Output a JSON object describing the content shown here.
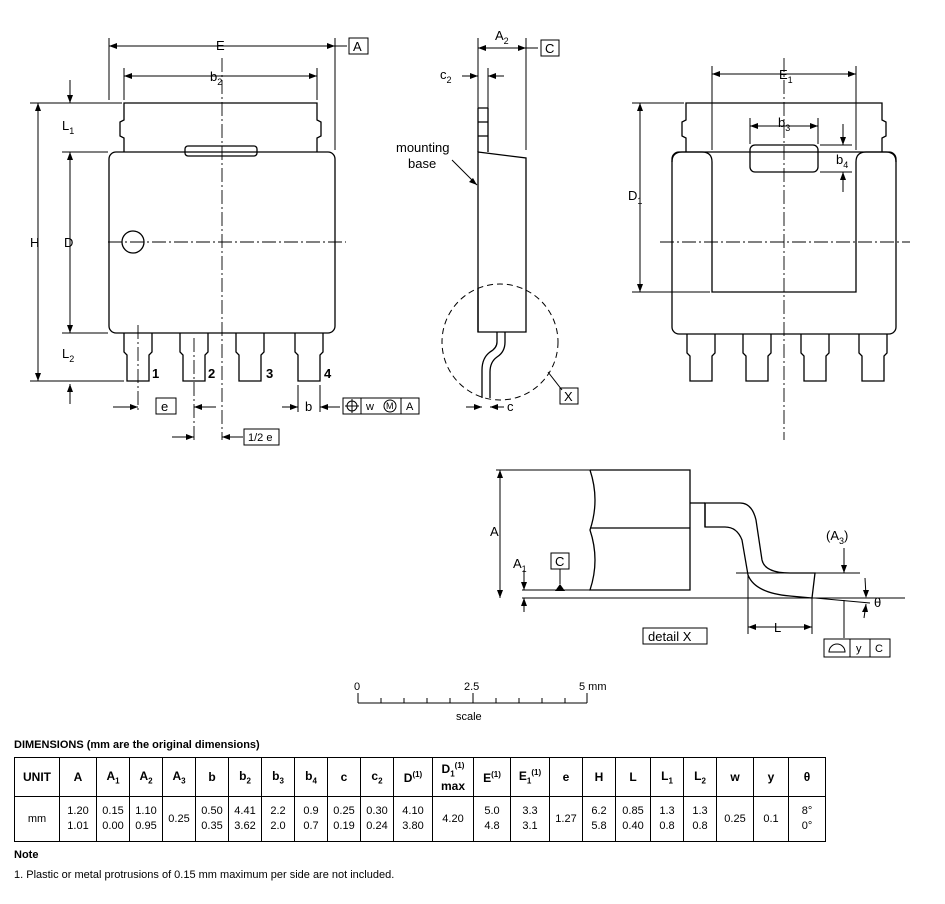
{
  "labels": {
    "E": "E",
    "b2": "b",
    "b2_sub": "2",
    "A_ref": "A",
    "L1": "L",
    "L1_sub": "1",
    "H": "H",
    "D": "D",
    "L2": "L",
    "L2_sub": "2",
    "pin1": "1",
    "pin2": "2",
    "pin3": "3",
    "pin4": "4",
    "e": "e",
    "b": "b",
    "half_e": "1/2 e",
    "tol_w": "w",
    "tol_M": "M",
    "tol_A": "A",
    "A2": "A",
    "A2_sub": "2",
    "C_ref": "C",
    "c2": "c",
    "c2_sub": "2",
    "mounting_base_1": "mounting",
    "mounting_base_2": "base",
    "c": "c",
    "X": "X",
    "E1": "E",
    "E1_sub": "1",
    "b3": "b",
    "b3_sub": "3",
    "b4": "b",
    "b4_sub": "4",
    "D1": "D",
    "D1_sub": "1",
    "detail_A": "A",
    "detail_A1": "A",
    "detail_A1_sub": "1",
    "detail_C": "C",
    "detail_A3": "(A",
    "detail_A3_sub": "3",
    "detail_A3_close": ")",
    "theta": "θ",
    "detail_L": "L",
    "detail_X": "detail X",
    "y": "y",
    "y_C": "C"
  },
  "scale_bar": {
    "tick0": "0",
    "tick1": "2.5",
    "tick2": "5 mm",
    "caption": "scale"
  },
  "dimensions": {
    "title": "DIMENSIONS (mm are the original dimensions)",
    "headers": [
      {
        "main": "UNIT"
      },
      {
        "main": "A"
      },
      {
        "main": "A",
        "sub": "1"
      },
      {
        "main": "A",
        "sub": "2"
      },
      {
        "main": "A",
        "sub": "3"
      },
      {
        "main": "b"
      },
      {
        "main": "b",
        "sub": "2"
      },
      {
        "main": "b",
        "sub": "3"
      },
      {
        "main": "b",
        "sub": "4"
      },
      {
        "main": "c"
      },
      {
        "main": "c",
        "sub": "2"
      },
      {
        "main": "D",
        "sup": "(1)"
      },
      {
        "main": "D",
        "sub": "1",
        "sup": "(1)",
        "extra": "max"
      },
      {
        "main": "E",
        "sup": "(1)"
      },
      {
        "main": "E",
        "sub": "1",
        "sup": "(1)"
      },
      {
        "main": "e"
      },
      {
        "main": "H"
      },
      {
        "main": "L"
      },
      {
        "main": "L",
        "sub": "1"
      },
      {
        "main": "L",
        "sub": "2"
      },
      {
        "main": "w"
      },
      {
        "main": "y"
      },
      {
        "main": "θ"
      }
    ],
    "row": [
      [
        "mm"
      ],
      [
        "1.20",
        "1.01"
      ],
      [
        "0.15",
        "0.00"
      ],
      [
        "1.10",
        "0.95"
      ],
      [
        "0.25"
      ],
      [
        "0.50",
        "0.35"
      ],
      [
        "4.41",
        "3.62"
      ],
      [
        "2.2",
        "2.0"
      ],
      [
        "0.9",
        "0.7"
      ],
      [
        "0.25",
        "0.19"
      ],
      [
        "0.30",
        "0.24"
      ],
      [
        "4.10",
        "3.80"
      ],
      [
        "4.20"
      ],
      [
        "5.0",
        "4.8"
      ],
      [
        "3.3",
        "3.1"
      ],
      [
        "1.27"
      ],
      [
        "6.2",
        "5.8"
      ],
      [
        "0.85",
        "0.40"
      ],
      [
        "1.3",
        "0.8"
      ],
      [
        "1.3",
        "0.8"
      ],
      [
        "0.25"
      ],
      [
        "0.1"
      ],
      [
        "8°",
        "0°"
      ]
    ]
  },
  "note": {
    "heading": "Note",
    "text": "1. Plastic or metal protrusions of 0.15 mm maximum per side are not included."
  }
}
